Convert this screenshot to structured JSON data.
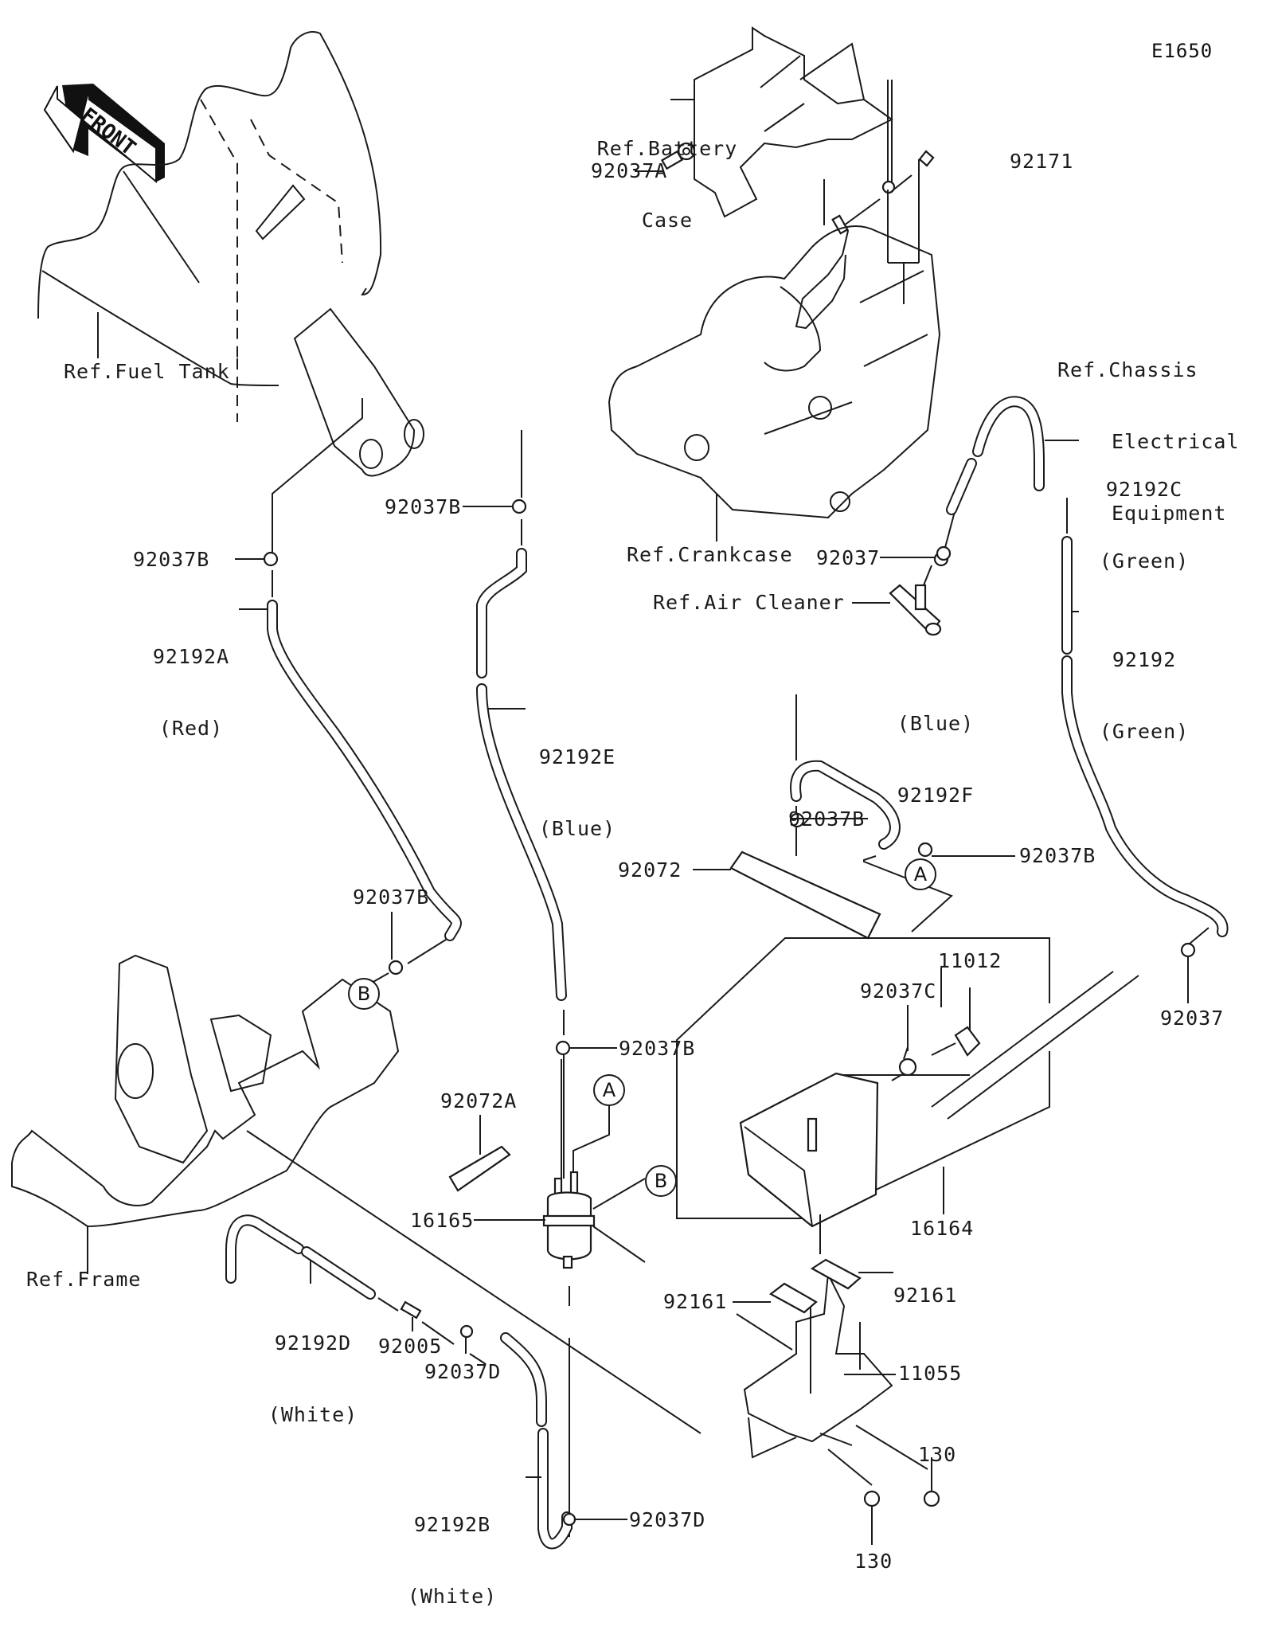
{
  "diagram": {
    "code": "E1650",
    "front_marker": "FRONT",
    "callouts": [
      "A",
      "B"
    ],
    "references": {
      "fuel_tank": "Ref.Fuel Tank",
      "battery_case_line1": "Ref.Battery",
      "battery_case_line2": "Case",
      "crankcase": "Ref.Crankcase",
      "air_cleaner": "Ref.Air Cleaner",
      "chassis_line1": "Ref.Chassis",
      "chassis_line2": "Electrical",
      "chassis_line3": "Equipment",
      "frame": "Ref.Frame"
    },
    "parts": [
      {
        "id": "p_92037A",
        "number": "92037A",
        "note": ""
      },
      {
        "id": "p_92171",
        "number": "92171",
        "note": ""
      },
      {
        "id": "p_92037B_1",
        "number": "92037B",
        "note": ""
      },
      {
        "id": "p_92037B_2",
        "number": "92037B",
        "note": ""
      },
      {
        "id": "p_92192A",
        "number": "92192A",
        "note": "(Red)"
      },
      {
        "id": "p_92192E",
        "number": "92192E",
        "note": "(Blue)"
      },
      {
        "id": "p_92192C",
        "number": "92192C",
        "note": "(Green)"
      },
      {
        "id": "p_92037_1",
        "number": "92037",
        "note": ""
      },
      {
        "id": "p_92192",
        "number": "92192",
        "note": "(Green)"
      },
      {
        "id": "p_92192F",
        "number": "92192F",
        "note": "(Blue)"
      },
      {
        "id": "p_92037B_3",
        "number": "92037B",
        "note": ""
      },
      {
        "id": "p_92037B_4",
        "number": "92037B",
        "note": ""
      },
      {
        "id": "p_92072",
        "number": "92072",
        "note": ""
      },
      {
        "id": "p_92037B_5",
        "number": "92037B",
        "note": ""
      },
      {
        "id": "p_11012",
        "number": "11012",
        "note": ""
      },
      {
        "id": "p_92037C",
        "number": "92037C",
        "note": ""
      },
      {
        "id": "p_92037_2",
        "number": "92037",
        "note": ""
      },
      {
        "id": "p_92037B_6",
        "number": "92037B",
        "note": ""
      },
      {
        "id": "p_92072A",
        "number": "92072A",
        "note": ""
      },
      {
        "id": "p_16165",
        "number": "16165",
        "note": ""
      },
      {
        "id": "p_16164",
        "number": "16164",
        "note": ""
      },
      {
        "id": "p_92161_1",
        "number": "92161",
        "note": ""
      },
      {
        "id": "p_92161_2",
        "number": "92161",
        "note": ""
      },
      {
        "id": "p_11055",
        "number": "11055",
        "note": ""
      },
      {
        "id": "p_92192D",
        "number": "92192D",
        "note": "(White)"
      },
      {
        "id": "p_92005",
        "number": "92005",
        "note": ""
      },
      {
        "id": "p_92037D_1",
        "number": "92037D",
        "note": ""
      },
      {
        "id": "p_92192B",
        "number": "92192B",
        "note": "(White)"
      },
      {
        "id": "p_92037D_2",
        "number": "92037D",
        "note": ""
      },
      {
        "id": "p_130_1",
        "number": "130",
        "note": ""
      },
      {
        "id": "p_130_2",
        "number": "130",
        "note": ""
      }
    ]
  }
}
